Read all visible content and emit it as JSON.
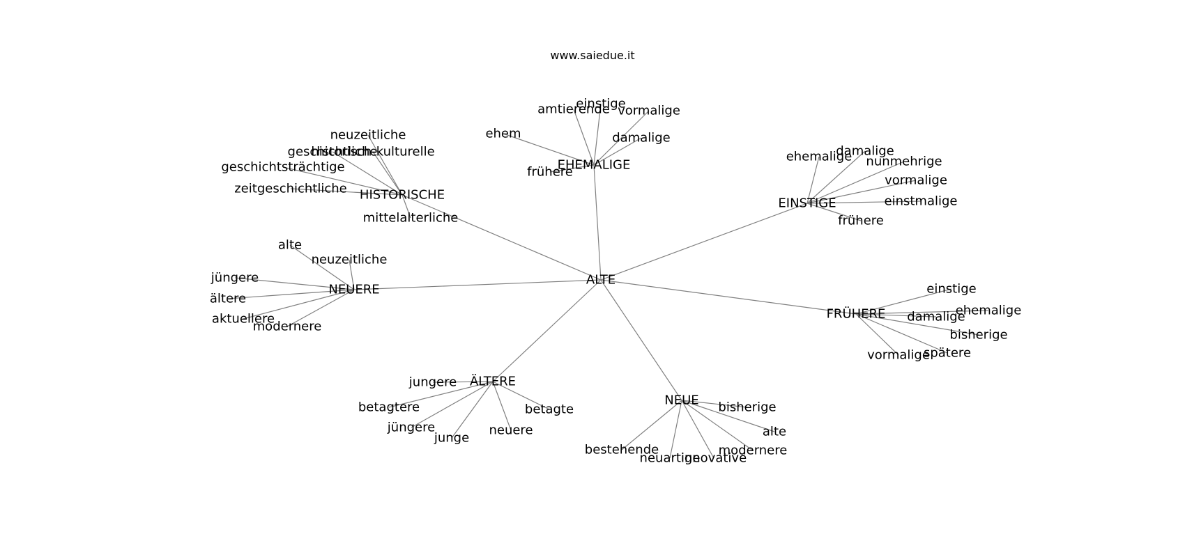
{
  "header": {
    "text": "www.saiedue.it"
  },
  "colors": {
    "edge": "#808080",
    "text": "#000000",
    "background": "#ffffff"
  },
  "graph": {
    "root": "ALTE",
    "clusters": [
      {
        "hub": "EHEMALIGE",
        "leaves": [
          "amtierende",
          "einstige",
          "vormalige",
          "ehem",
          "damalige",
          "frühere"
        ]
      },
      {
        "hub": "HISTORISCHE",
        "leaves": [
          "neuzeitliche",
          "geschichtliche",
          "historisch-kulturelle",
          "geschichtsträchtige",
          "zeitgeschichtliche",
          "mittelalterliche"
        ]
      },
      {
        "hub": "EINSTIGE",
        "leaves": [
          "ehemalige",
          "damalige",
          "nunmehrige",
          "vormalige",
          "einstmalige",
          "frühere"
        ]
      },
      {
        "hub": "NEUERE",
        "leaves": [
          "alte",
          "neuzeitliche",
          "jüngere",
          "ältere",
          "aktuellere",
          "modernere"
        ]
      },
      {
        "hub": "FRÜHERE",
        "leaves": [
          "einstige",
          "ehemalige",
          "damalige",
          "bisherige",
          "vormalige",
          "spätere"
        ]
      },
      {
        "hub": "ÄLTERE",
        "leaves": [
          "jungere",
          "betagtere",
          "jüngere",
          "junge",
          "neuere",
          "betagte"
        ]
      },
      {
        "hub": "NEUE",
        "leaves": [
          "bisherige",
          "alte",
          "bestehende",
          "neuartige",
          "innovative",
          "modernere"
        ]
      }
    ]
  }
}
